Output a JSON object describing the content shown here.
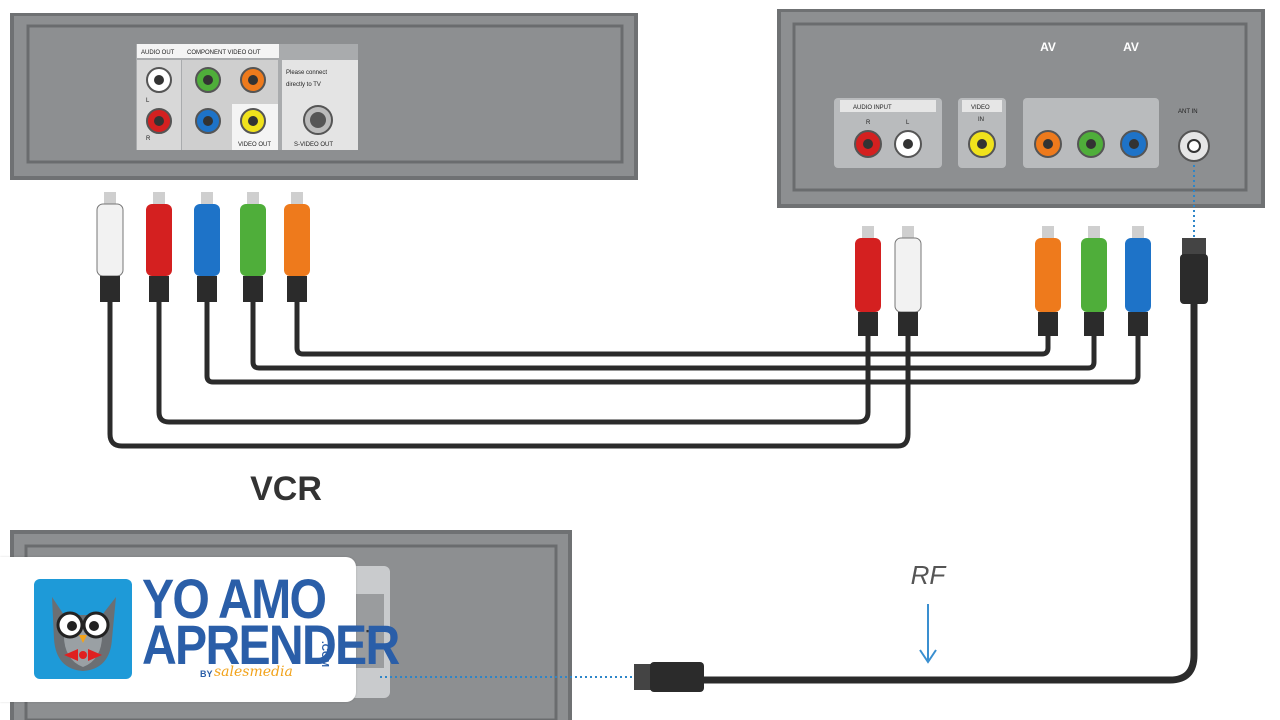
{
  "source_device": {
    "audio_out_label": "AUDIO OUT",
    "component_video_out_label": "COMPONENT VIDEO OUT",
    "connect_note_line1": "Please connect",
    "connect_note_line2": "directly to TV",
    "jack_l_label": "L",
    "jack_r_label": "R",
    "video_out_label": "VIDEO OUT",
    "svideo_out_label": "S-VIDEO OUT"
  },
  "tv": {
    "av_label_1": "AV",
    "av_label_2": "AV",
    "audio_input_label": "AUDIO  INPUT",
    "audio_r": "R",
    "audio_l": "L",
    "video_label": "VIDEO",
    "video_in": "IN",
    "ant_in_label": "ANT  IN"
  },
  "labels": {
    "vcr": "VCR",
    "rf": "RF"
  },
  "logo": {
    "line1": "YO AMO",
    "line2": "APRENDER",
    "dotcom": ".COM",
    "by": "BY",
    "partner": "salesmedia"
  },
  "colors": {
    "panel": "#888a8c",
    "white_plug": "#f2f2f2",
    "red_plug": "#d42020",
    "blue_plug": "#1e73c8",
    "green_plug": "#4fae3a",
    "orange_plug": "#ee7a1c",
    "cable": "#2b2b2b",
    "brand_blue": "#2a5ea8",
    "brand_orange": "#f2a31b"
  },
  "icons": {
    "owl": "owl-mascot-icon",
    "arrow": "down-arrow-icon"
  }
}
